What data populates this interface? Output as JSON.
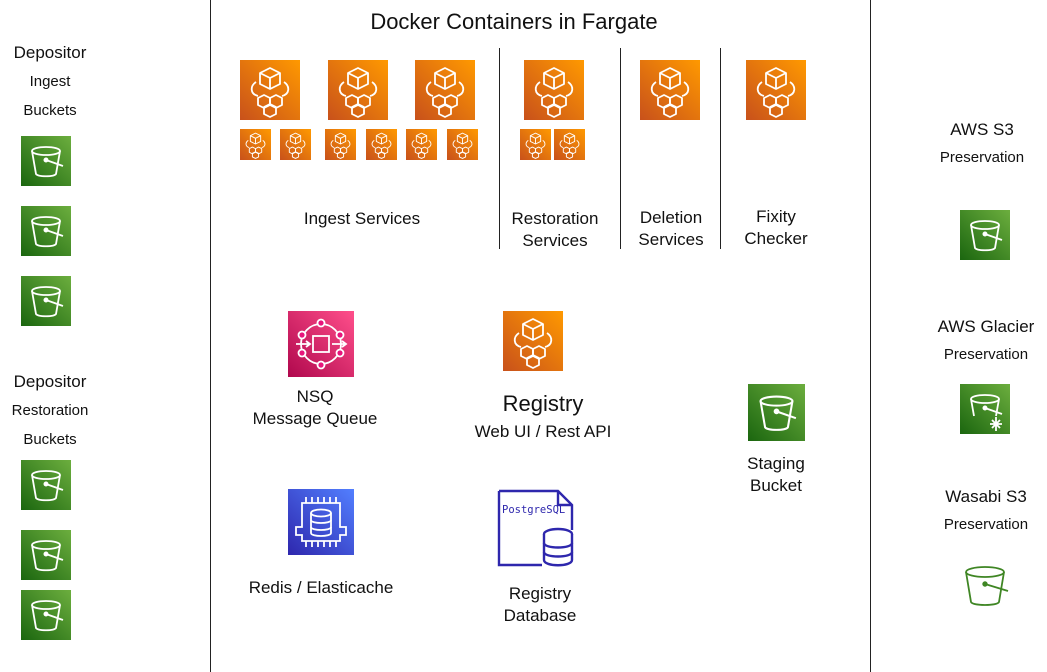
{
  "title": "Docker Containers in Fargate",
  "left": {
    "ingest": {
      "l1": "Depositor",
      "l2": "Ingest",
      "l3": "Buckets"
    },
    "restoration": {
      "l1": "Depositor",
      "l2": "Restoration",
      "l3": "Buckets"
    }
  },
  "services": {
    "ingest": "Ingest Services",
    "restoration_1": "Restoration",
    "restoration_2": "Services",
    "deletion_1": "Deletion",
    "deletion_2": "Services",
    "fixity_1": "Fixity",
    "fixity_2": "Checker"
  },
  "middle": {
    "nsq_1": "NSQ",
    "nsq_2": "Message Queue",
    "registry_title": "Registry",
    "registry_sub": "Web UI / Rest API",
    "redis": "Redis / Elasticache",
    "db_1": "Registry",
    "db_2": "Database",
    "staging_1": "Staging",
    "staging_2": "Bucket",
    "postgres_text": "PostgreSQL"
  },
  "right": {
    "s3_1": "AWS S3",
    "s3_2": "Preservation",
    "glacier_1": "AWS Glacier",
    "glacier_2": "Preservation",
    "wasabi_1": "Wasabi S3",
    "wasabi_2": "Preservation"
  },
  "colors": {
    "container_orange": "#e8720c",
    "bucket_green": "#3f8624",
    "nsq_pink": "#e7157b",
    "redis_blue": "#3b48cc",
    "postgres_navy": "#2e27ad"
  }
}
